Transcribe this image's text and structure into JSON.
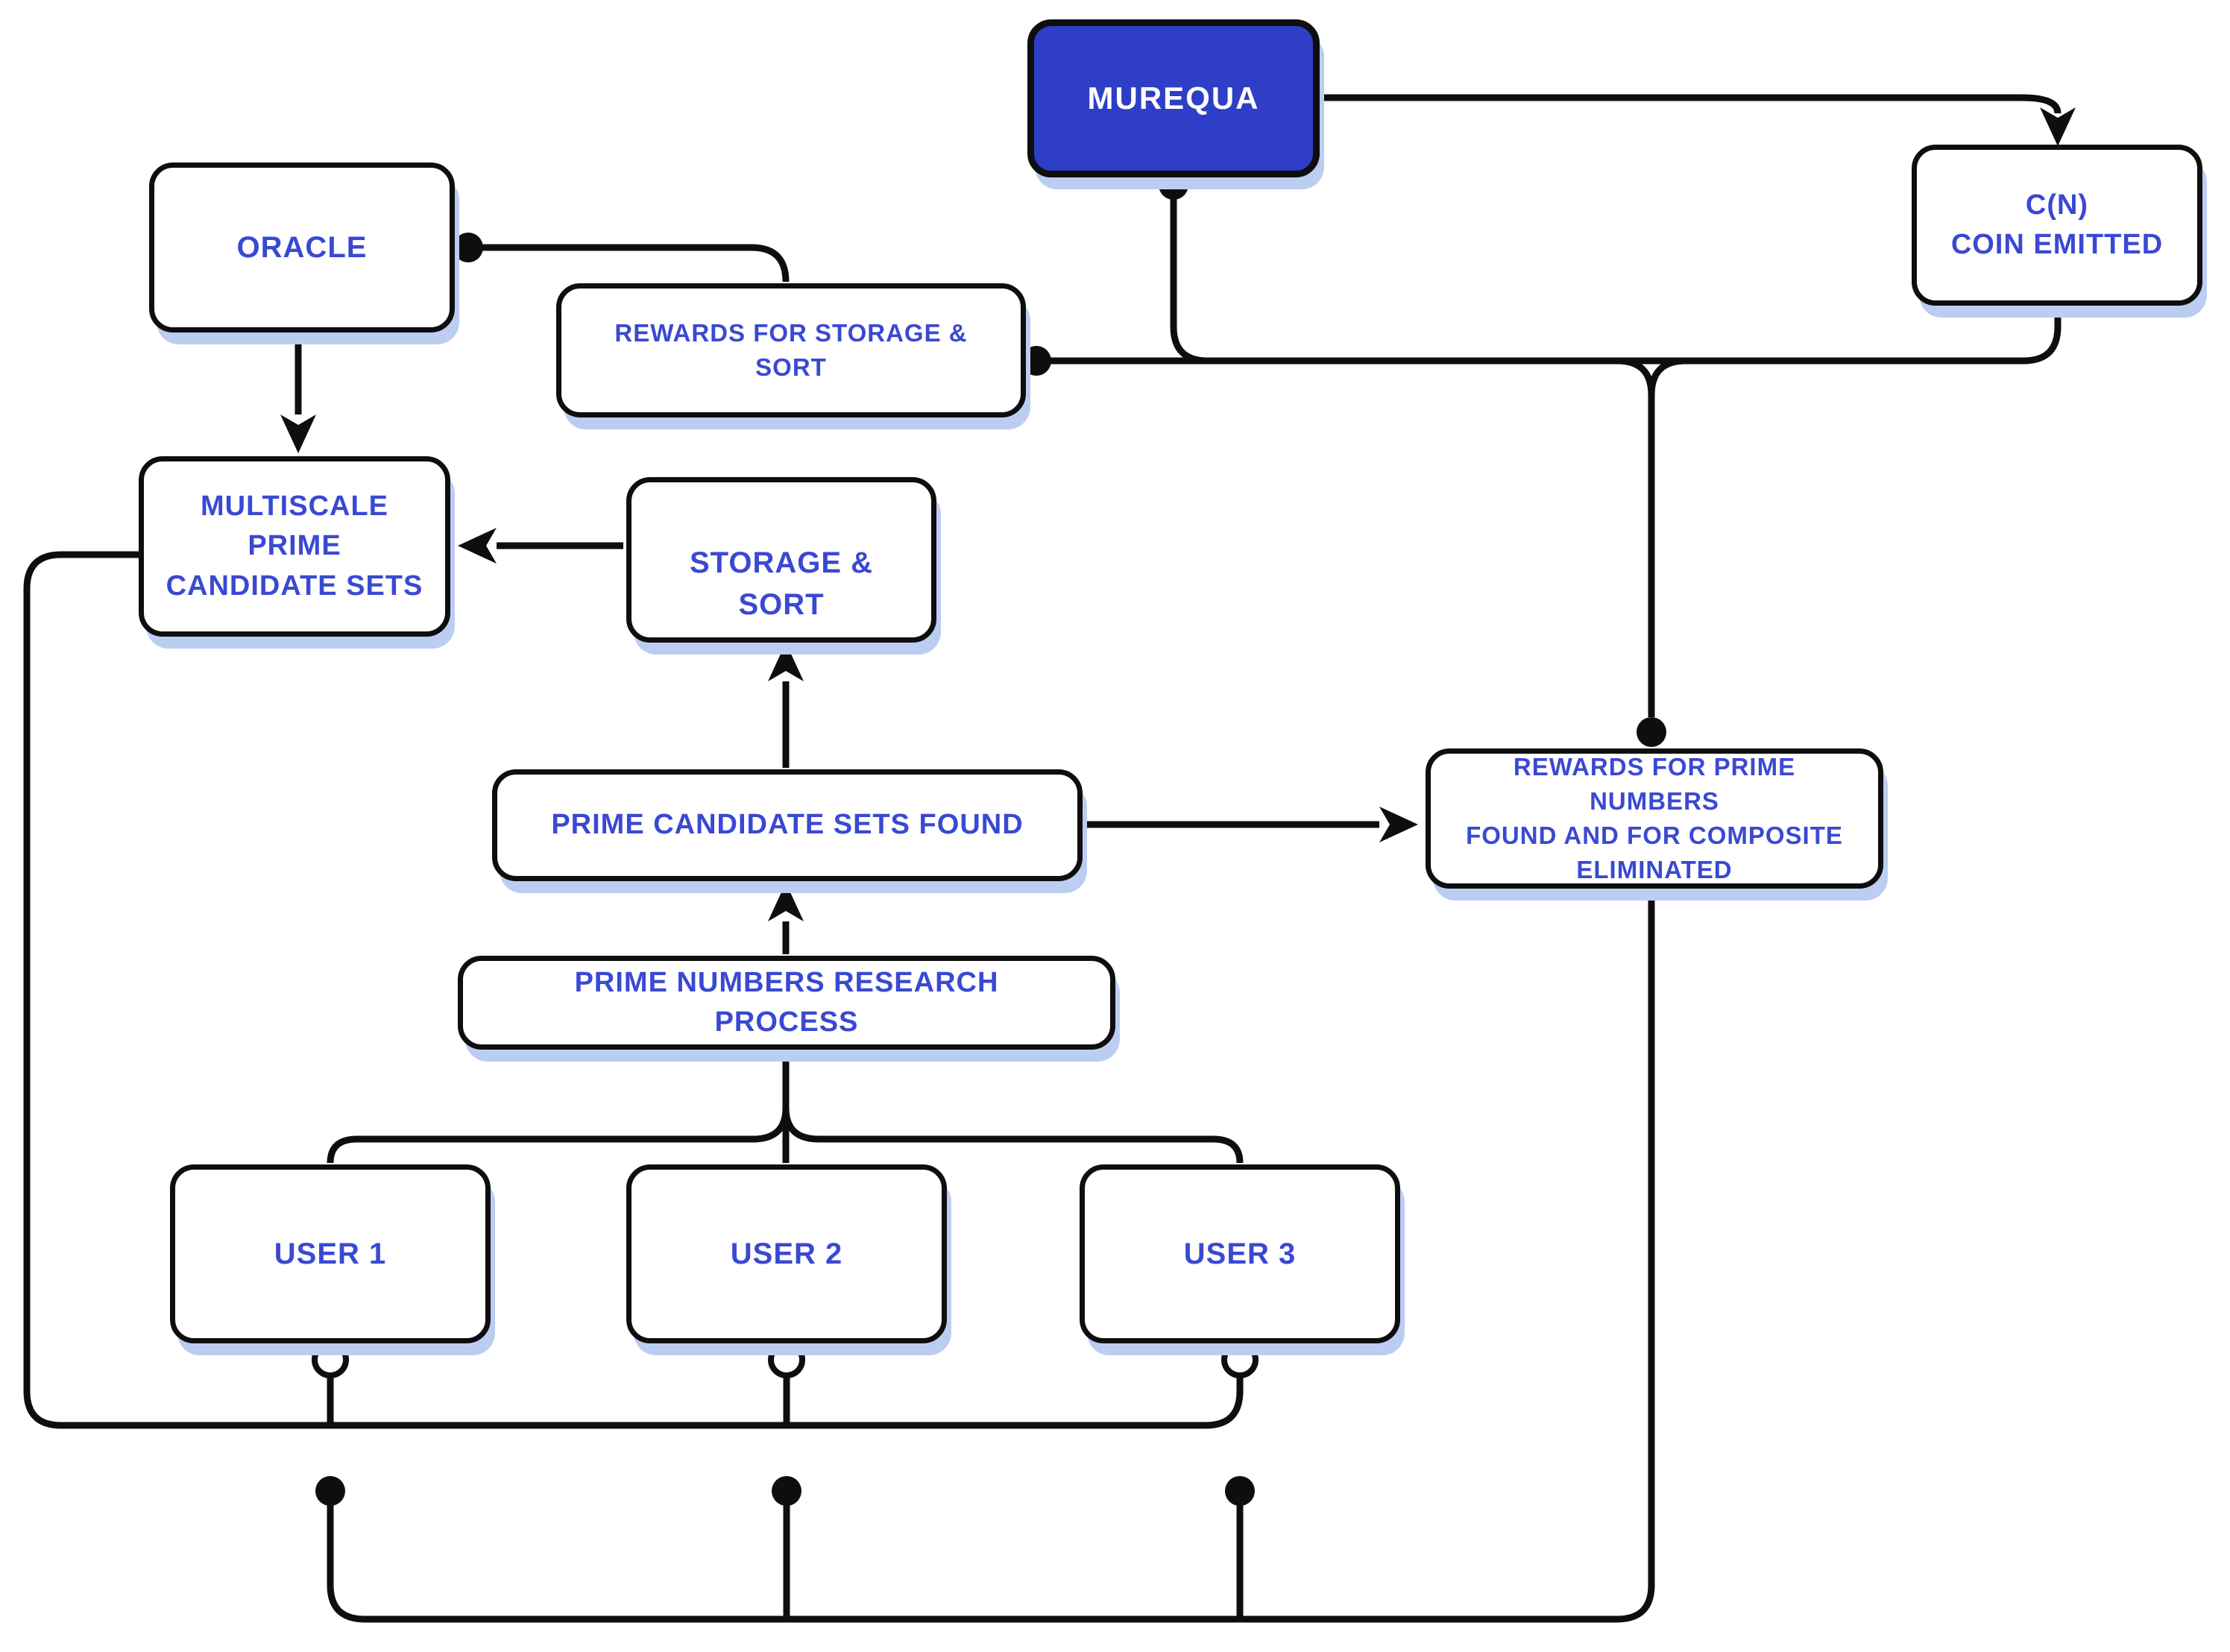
{
  "theme": {
    "ink": "#0e0e0f",
    "blue-text": "#3a49d2",
    "murequa-bg": "#2f3ec6",
    "shadow": "#bccdf2",
    "bg": "#ffffff"
  },
  "nodes": {
    "murequa": {
      "label": "MUREQUA"
    },
    "oracle": {
      "label": "ORACLE"
    },
    "coin_emitted": {
      "label": "C(N)\nCOIN EMITTED"
    },
    "rewards_storage_sort": {
      "label": "REWARDS FOR STORAGE & SORT"
    },
    "multiscale_prime_candidate_sets": {
      "label": "MULTISCALE\nPRIME\nCANDIDATE SETS"
    },
    "storage_sort": {
      "label": "STORAGE & SORT"
    },
    "prime_candidate_sets_found": {
      "label": "PRIME CANDIDATE SETS FOUND"
    },
    "rewards_prime_numbers": {
      "label": "REWARDS FOR PRIME NUMBERS\nFOUND AND FOR COMPOSITE\nELIMINATED"
    },
    "prime_numbers_research_process": {
      "label": "PRIME NUMBERS RESEARCH\nPROCESS"
    },
    "user1": {
      "label": "USER 1"
    },
    "user2": {
      "label": "USER 2"
    },
    "user3": {
      "label": "USER 3"
    }
  },
  "edges": [
    {
      "from": "murequa",
      "to": "coin_emitted",
      "style": "arrow"
    },
    {
      "from": "oracle",
      "to": "multiscale_prime_candidate_sets",
      "style": "arrow"
    },
    {
      "from": "oracle",
      "to": "rewards_storage_sort",
      "style": "dot-line"
    },
    {
      "from": "coin_emitted",
      "to": "rewards_storage_sort",
      "style": "dot-line"
    },
    {
      "from": "murequa",
      "to": "distribution-line",
      "style": "dot-line"
    },
    {
      "from": "distribution-line",
      "to": "rewards_prime_numbers",
      "style": "dot-line"
    },
    {
      "from": "storage_sort",
      "to": "multiscale_prime_candidate_sets",
      "style": "arrow"
    },
    {
      "from": "prime_candidate_sets_found",
      "to": "storage_sort",
      "style": "arrow"
    },
    {
      "from": "prime_candidate_sets_found",
      "to": "rewards_prime_numbers",
      "style": "arrow"
    },
    {
      "from": "prime_numbers_research_process",
      "to": "prime_candidate_sets_found",
      "style": "arrow"
    },
    {
      "from": "prime_numbers_research_process",
      "to": "user1",
      "style": "line"
    },
    {
      "from": "prime_numbers_research_process",
      "to": "user2",
      "style": "line"
    },
    {
      "from": "prime_numbers_research_process",
      "to": "user3",
      "style": "line"
    },
    {
      "from": "user1",
      "to": "multiscale_prime_candidate_sets",
      "style": "circle-line"
    },
    {
      "from": "user2",
      "to": "multiscale_prime_candidate_sets",
      "style": "circle-line"
    },
    {
      "from": "user3",
      "to": "multiscale_prime_candidate_sets",
      "style": "circle-line"
    },
    {
      "from": "user1",
      "to": "rewards_prime_numbers",
      "style": "dot-line"
    },
    {
      "from": "user2",
      "to": "rewards_prime_numbers",
      "style": "dot-line"
    },
    {
      "from": "user3",
      "to": "rewards_prime_numbers",
      "style": "dot-line"
    }
  ]
}
